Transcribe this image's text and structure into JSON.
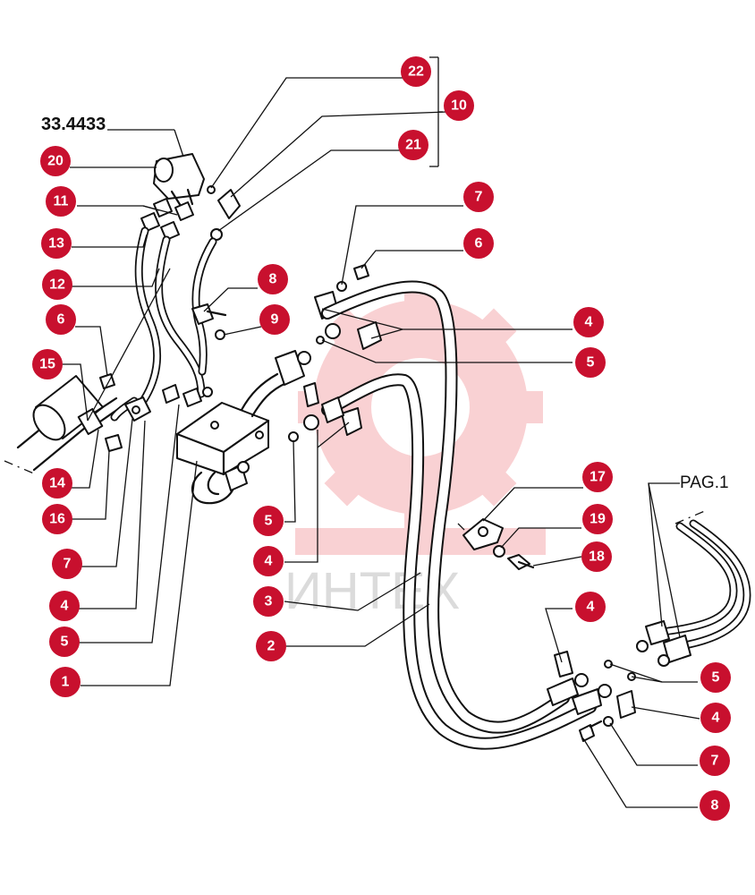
{
  "diagram": {
    "reference_code": "33.4433",
    "page_reference": "PAG.1",
    "watermark_text": "ИНТЕХ",
    "badge_color": "#c8102e",
    "callouts": [
      {
        "label": "22"
      },
      {
        "label": "10"
      },
      {
        "label": "21"
      },
      {
        "label": "20"
      },
      {
        "label": "11"
      },
      {
        "label": "13"
      },
      {
        "label": "12"
      },
      {
        "label": "6"
      },
      {
        "label": "15"
      },
      {
        "label": "14"
      },
      {
        "label": "16"
      },
      {
        "label": "7"
      },
      {
        "label": "4"
      },
      {
        "label": "5"
      },
      {
        "label": "1"
      },
      {
        "label": "8"
      },
      {
        "label": "9"
      },
      {
        "label": "7"
      },
      {
        "label": "6"
      },
      {
        "label": "4"
      },
      {
        "label": "5"
      },
      {
        "label": "5"
      },
      {
        "label": "4"
      },
      {
        "label": "3"
      },
      {
        "label": "2"
      },
      {
        "label": "17"
      },
      {
        "label": "19"
      },
      {
        "label": "18"
      },
      {
        "label": "4"
      },
      {
        "label": "5"
      },
      {
        "label": "4"
      },
      {
        "label": "7"
      },
      {
        "label": "8"
      }
    ]
  }
}
